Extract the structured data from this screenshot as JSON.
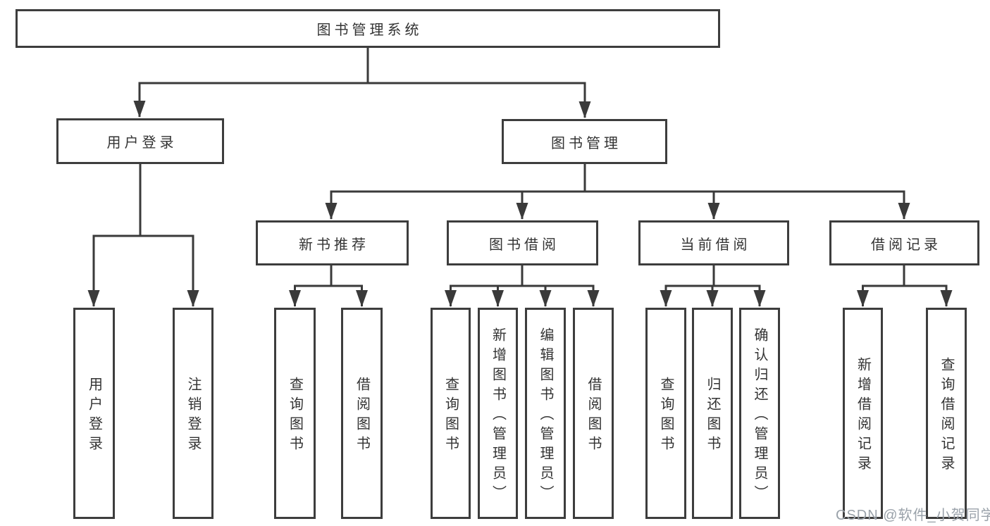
{
  "diagram": {
    "type": "tree",
    "tree": {
      "root": {
        "label": "图书管理系统",
        "children": [
          {
            "label": "用户登录",
            "children": [
              {
                "label": "用户登录"
              },
              {
                "label": "注销登录"
              }
            ]
          },
          {
            "label": "图书管理",
            "children": [
              {
                "label": "新书推荐",
                "children": [
                  {
                    "label": "查询图书"
                  },
                  {
                    "label": "借阅图书"
                  }
                ]
              },
              {
                "label": "图书借阅",
                "children": [
                  {
                    "label": "查询图书"
                  },
                  {
                    "label": "新增图书（管理员）"
                  },
                  {
                    "label": "编辑图书（管理员）"
                  },
                  {
                    "label": "借阅图书"
                  }
                ]
              },
              {
                "label": "当前借阅",
                "children": [
                  {
                    "label": "查询图书"
                  },
                  {
                    "label": "归还图书"
                  },
                  {
                    "label": "确认归还（管理员）"
                  }
                ]
              },
              {
                "label": "借阅记录",
                "children": [
                  {
                    "label": "新增借阅记录"
                  },
                  {
                    "label": "查询借阅记录"
                  }
                ]
              }
            ]
          }
        ]
      }
    },
    "colors": {
      "border": "#3d3d3d",
      "line": "#3a3a3a",
      "text": "#333333",
      "background": "#ffffff",
      "watermark": "#9aa2aa"
    },
    "watermark": {
      "text": "CSDN @软件_小贺同学"
    }
  }
}
